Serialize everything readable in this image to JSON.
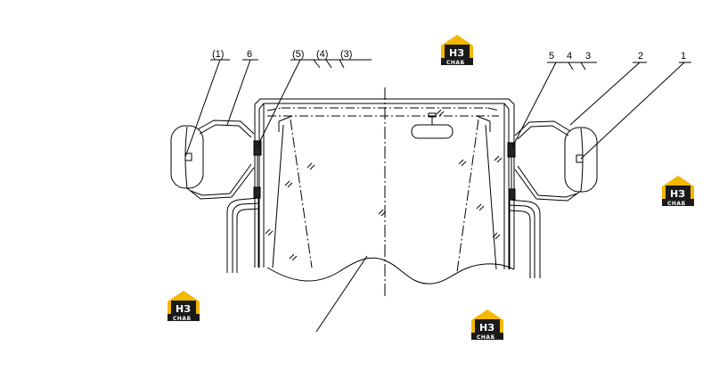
{
  "callouts": {
    "left": [
      "(1)",
      "6",
      "(5)",
      "(4)",
      "(3)"
    ],
    "right": [
      "5",
      "4",
      "3",
      "2",
      "1"
    ]
  },
  "logo": {
    "mark": "НЗ",
    "caption": "СНАБ"
  },
  "colors": {
    "line": "#000000",
    "logo_yellow": "#f2b800",
    "logo_dark": "#1a1a1a"
  }
}
